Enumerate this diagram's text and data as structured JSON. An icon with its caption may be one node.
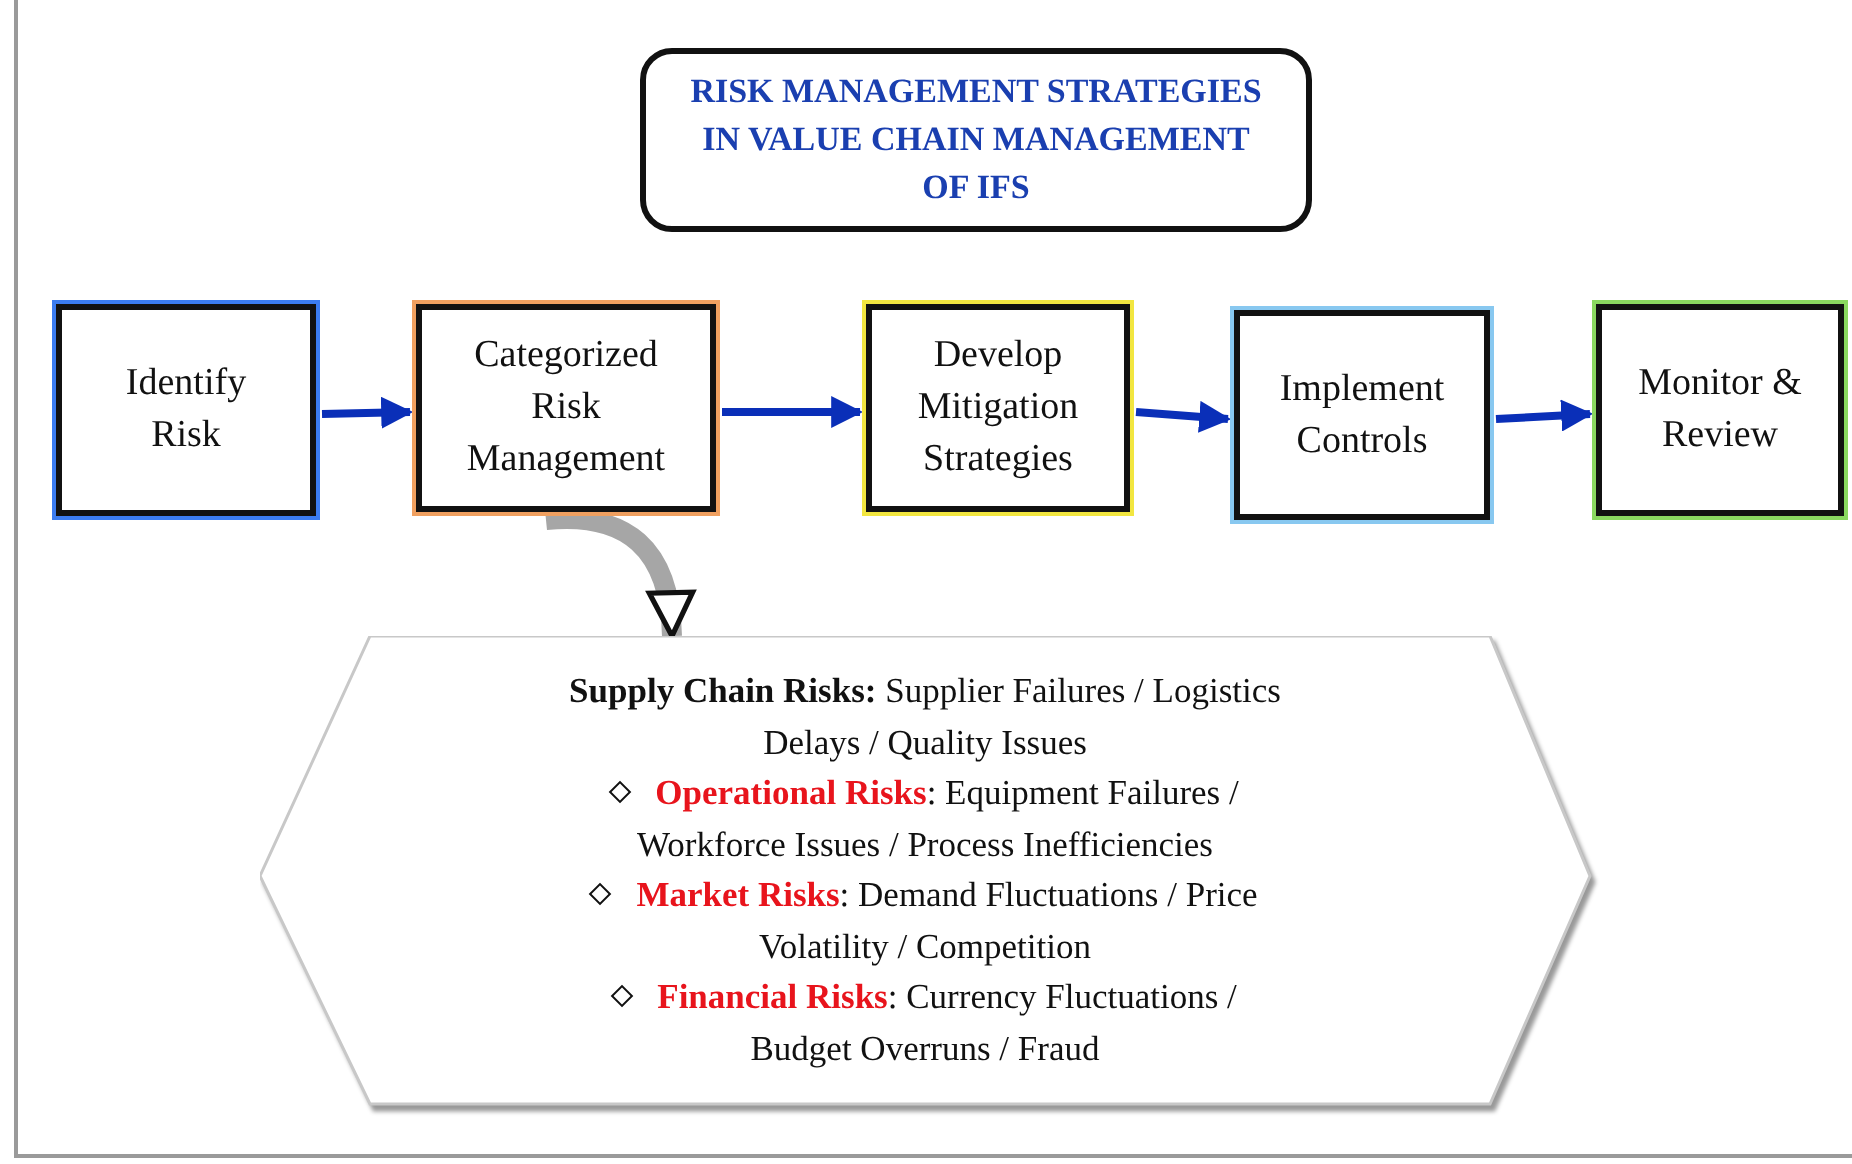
{
  "diagram": {
    "title": "RISK MANAGEMENT STRATEGIES IN VALUE CHAIN MANAGEMENT OF IFS",
    "nodes": [
      {
        "text": [
          "Identify Risk"
        ]
      },
      {
        "text": [
          "Categorized Risk Management"
        ]
      },
      {
        "text": [
          "Develop Mitigation Strategies"
        ]
      },
      {
        "text": [
          "Implement Controls"
        ]
      },
      {
        "text": [
          "Monitor & Review"
        ]
      },
      {
        "text": [
          "**Supply Chain Risks:**  Supplier Failures / Logistics Delays / Quality Issues",
          "**Operational Risks**: Equipment Failures / Workforce Issues / Process Inefficiencies",
          "**Market Risks**: Demand Fluctuations / Price Volatility / Competition",
          "**Financial Risks**:  Currency Fluctuations / Budget Overruns / Fraud"
        ]
      }
    ],
    "edges": [
      {
        "from": 0,
        "to": 1,
        "arrow": "to"
      },
      {
        "from": 1,
        "to": 2,
        "arrow": "to"
      },
      {
        "from": 2,
        "to": 3,
        "arrow": "to"
      },
      {
        "from": 3,
        "to": 4,
        "arrow": "to"
      },
      {
        "from": 1,
        "to": 5,
        "arrow": "to",
        "style": "thick",
        "color": "#a6a6a6"
      }
    ]
  }
}
